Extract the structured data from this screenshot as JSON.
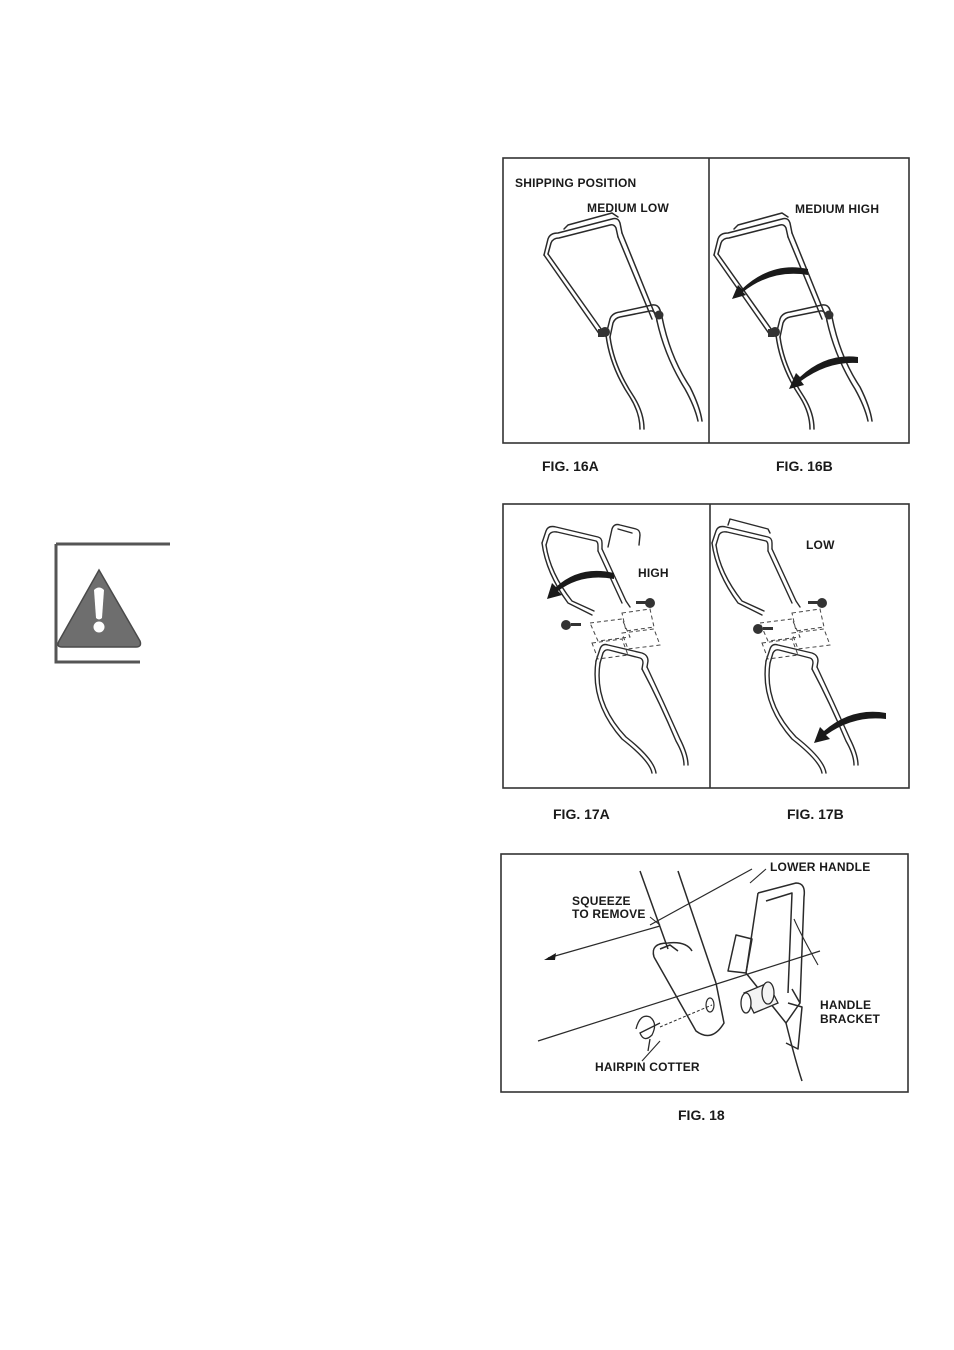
{
  "fig16": {
    "shipping_position": "SHIPPING POSITION",
    "medium_low": "MEDIUM LOW",
    "medium_high": "MEDIUM HIGH",
    "caption_a": "FIG. 16A",
    "caption_b": "FIG. 16B"
  },
  "fig17": {
    "high": "HIGH",
    "low": "LOW",
    "caption_a": "FIG. 17A",
    "caption_b": "FIG. 17B"
  },
  "fig18": {
    "lower_handle": "LOWER HANDLE",
    "squeeze_line1": "SQUEEZE",
    "squeeze_line2": "TO REMOVE",
    "handle_bracket_line1": "HANDLE",
    "handle_bracket_line2": "BRACKET",
    "hairpin_cotter": "HAIRPIN COTTER",
    "caption": "FIG. 18"
  },
  "warning": {
    "icon": "warning-triangle-icon"
  }
}
